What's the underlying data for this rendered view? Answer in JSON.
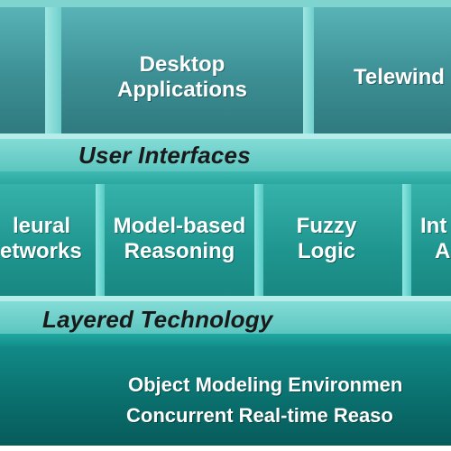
{
  "top_row": {
    "items": [
      {
        "label_line1": "",
        "label_line2": ""
      },
      {
        "label_line1": "Desktop",
        "label_line2": "Applications"
      },
      {
        "label_line1": "Telewind",
        "label_line2": ""
      }
    ]
  },
  "user_interfaces": {
    "label": "User Interfaces"
  },
  "middle_row": {
    "items": [
      {
        "label_line1": "leural",
        "label_line2": "etworks"
      },
      {
        "label_line1": "Model-based",
        "label_line2": "Reasoning"
      },
      {
        "label_line1": "Fuzzy",
        "label_line2": "Logic"
      },
      {
        "label_line1": "Int",
        "label_line2": "A"
      }
    ]
  },
  "layered_technology": {
    "label": "Layered Technology"
  },
  "foundation": {
    "line1": "Object Modeling Environmen",
    "line2": "Concurrent Real-time Reaso"
  },
  "colors": {
    "top_block": "#3c8f94",
    "middle_block": "#1f958f",
    "band": "#7fd4d0",
    "foundation": "#0a6f6d"
  }
}
